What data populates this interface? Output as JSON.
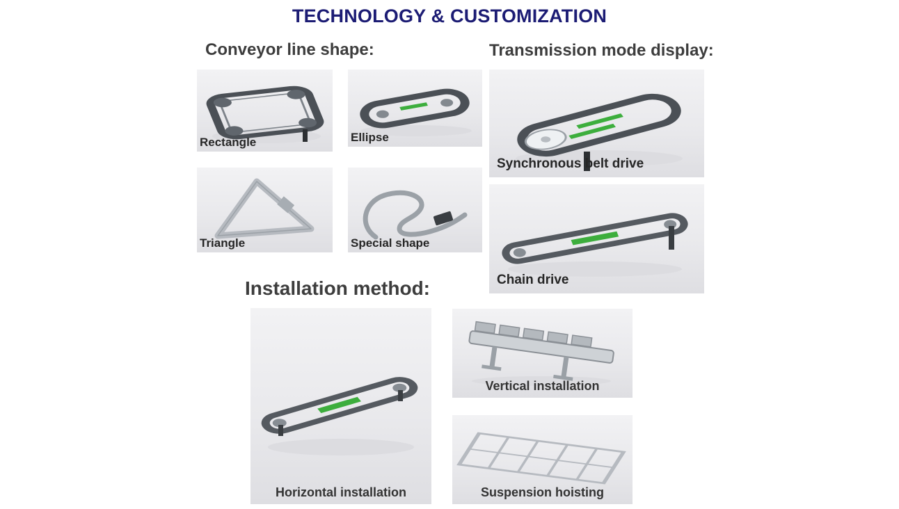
{
  "page": {
    "title": "TECHNOLOGY & CUSTOMIZATION"
  },
  "sections": {
    "conveyor_line_shape": {
      "heading": "Conveyor line shape:",
      "items": [
        {
          "label": "Rectangle"
        },
        {
          "label": "Ellipse"
        },
        {
          "label": "Triangle"
        },
        {
          "label": "Special shape"
        }
      ]
    },
    "transmission_mode": {
      "heading": "Transmission mode display:",
      "items": [
        {
          "label": "Synchronous belt drive"
        },
        {
          "label": "Chain drive"
        }
      ]
    },
    "installation_method": {
      "heading": "Installation method:",
      "items": [
        {
          "label": "Horizontal installation"
        },
        {
          "label": "Vertical installation"
        },
        {
          "label": "Suspension hoisting"
        }
      ]
    }
  },
  "colors": {
    "title_blue": "#1c1c74",
    "heading_gray": "#3d3d3d",
    "label_dark": "#262626",
    "tile_gray_top": "#f2f2f4",
    "tile_gray_bottom": "#dedee2",
    "belt_green": "#3dae3d",
    "metal_dark": "#4b5056",
    "metal_light": "#b6bac0"
  }
}
